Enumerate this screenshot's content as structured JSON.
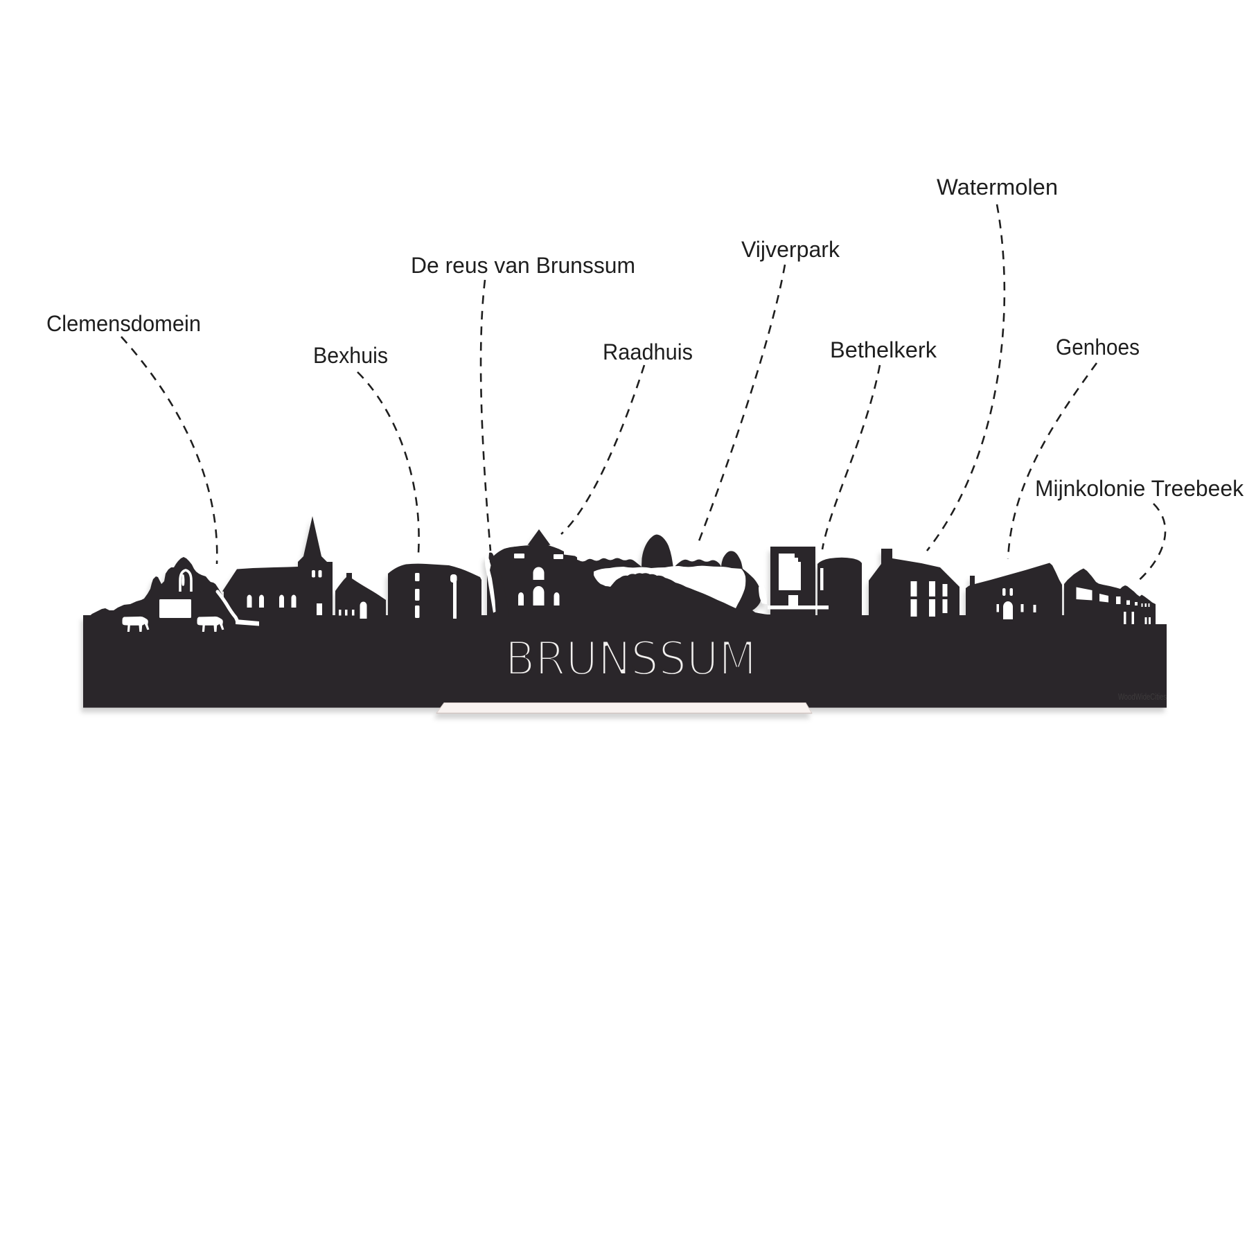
{
  "scene": {
    "type": "annotated product photo of a wooden skyline silhouette on a stand",
    "background_color": "#ffffff",
    "silhouette_color": "#2b2829",
    "cutout_color": "#ffffff",
    "label_color": "#1e1e1e",
    "stand_color": "#f8f2f0",
    "leader_line_style": "dashed"
  },
  "skyline": {
    "title": "BRUNSSUM",
    "watermark": "WoodWideCities"
  },
  "labels": [
    {
      "text": "Clemensdomein"
    },
    {
      "text": "Bexhuis"
    },
    {
      "text": "De reus van Brunssum"
    },
    {
      "text": "Raadhuis"
    },
    {
      "text": "Vijverpark"
    },
    {
      "text": "Bethelkerk"
    },
    {
      "text": "Watermolen"
    },
    {
      "text": "Genhoes"
    },
    {
      "text": "Mijnkolonie Treebeek"
    }
  ]
}
